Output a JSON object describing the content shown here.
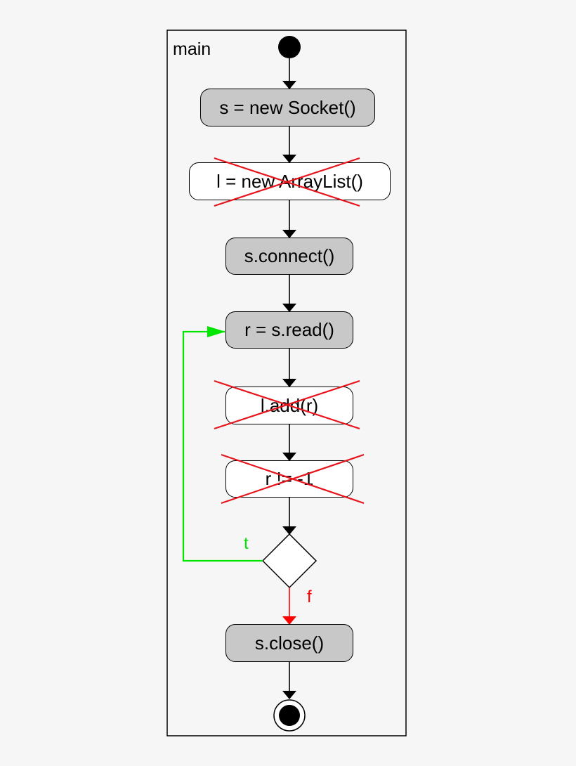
{
  "diagram": {
    "frame_label": "main",
    "nodes": [
      {
        "id": "s-new-socket",
        "label": "s = new Socket()",
        "state": "active"
      },
      {
        "id": "l-new-arraylist",
        "label": "l = new ArrayList()",
        "state": "removed"
      },
      {
        "id": "s-connect",
        "label": "s.connect()",
        "state": "active"
      },
      {
        "id": "r-read",
        "label": "r = s.read()",
        "state": "active"
      },
      {
        "id": "l-add",
        "label": "l.add(r)",
        "state": "removed"
      },
      {
        "id": "r-not-eof",
        "label": "r != -1",
        "state": "removed"
      },
      {
        "id": "s-close",
        "label": "s.close()",
        "state": "active"
      }
    ],
    "guards": {
      "true_label": "t",
      "false_label": "f"
    },
    "colors": {
      "active_fill": "#c8c8c8",
      "removed_fill": "#ffffff",
      "removed_cross": "#e8141b",
      "true_edge": "#00e600",
      "false_edge": "#ff0000",
      "edge": "#000000",
      "background": "#f6f6f6"
    }
  }
}
